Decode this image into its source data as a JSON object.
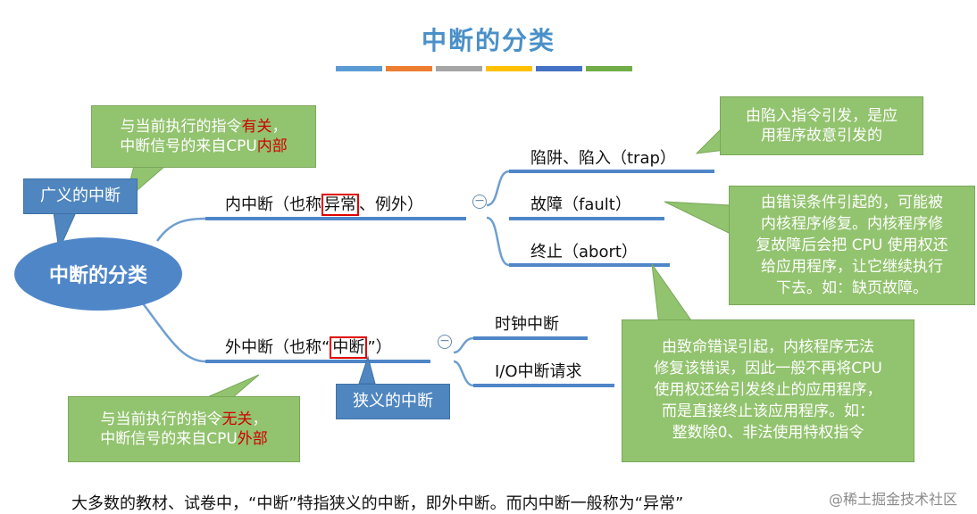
{
  "title": "中断的分类",
  "title_bar_colors": [
    "#5b9bd5",
    "#ed7d31",
    "#a5a5a5",
    "#ffc000",
    "#4472c4",
    "#70ad47"
  ],
  "root": {
    "label": "中断的分类"
  },
  "tags": {
    "broad": "广义的中断",
    "narrow": "狭义的中断"
  },
  "internal": {
    "label_pre": "内中断（也称",
    "label_hl": "异常",
    "label_post": "、例外）",
    "collapse": "−",
    "children": [
      "陷阱、陷入（trap）",
      "故障（fault）",
      "终止（abort）"
    ]
  },
  "external": {
    "label_pre": "外中断（也称“",
    "label_hl": "中断",
    "label_post": "”）",
    "collapse": "−",
    "children": [
      "时钟中断",
      "I/O中断请求"
    ]
  },
  "notes": {
    "internal_note": {
      "line1_pre": "与当前执行的指令",
      "line1_em": "有关",
      "line1_post": "，",
      "line2_pre": "中断信号的来自CPU",
      "line2_em": "内部"
    },
    "external_note": {
      "line1_pre": "与当前执行的指令",
      "line1_em": "无关",
      "line1_post": "，",
      "line2_pre": "中断信号的来自CPU",
      "line2_em": "外部"
    },
    "trap_note": [
      "由陷入指令引发，是应",
      "用程序故意引发的"
    ],
    "fault_note": [
      "由错误条件引起的，可能被",
      "内核程序修复。内核程序修",
      "复故障后会把 CPU 使用权还",
      "给应用程序，让它继续执行",
      "下去。如：缺页故障。"
    ],
    "abort_note": [
      "由致命错误引起，内核程序无法",
      "修复该错误，因此一般不再将CPU",
      "使用权还给引发终止的应用程序，",
      "而是直接终止该应用程序。如：",
      "整数除0、非法使用特权指令"
    ]
  },
  "footer": "大多数的教材、试卷中，“中断”特指狭义的中断，即外中断。而内中断一般称为“异常”",
  "watermark": "@稀土掘金技术社区"
}
